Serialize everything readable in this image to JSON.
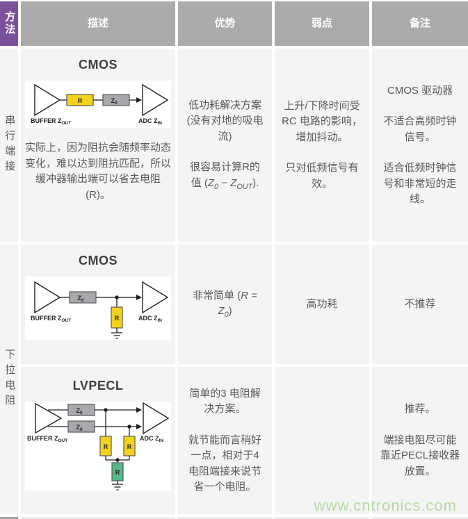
{
  "header": {
    "method": "方法",
    "desc": "描述",
    "adv": "优势",
    "weak": "弱点",
    "notes": "备注"
  },
  "watermark": "www.cntronics.com",
  "colors": {
    "header_purple": "#7d5199",
    "header_gray": "#ababab",
    "cell_bg": "#f4f4f4",
    "body_text": "#595959",
    "resistor_yellow": "#f3d21e",
    "impedance_gray": "#a7a9ac",
    "resistor_green": "#56b98b",
    "watermark_green": "#b5d9a2"
  },
  "diagram_labels": {
    "buffer": "BUFFER Z",
    "buffer_sub": "OUT",
    "adc": "ADC Z",
    "adc_sub": "IN",
    "r": "R",
    "z": "Z",
    "z_sub": "0"
  },
  "rows": [
    {
      "method": "串行端接",
      "desc_title": "CMOS",
      "desc_paras": [
        "实际上，因为阻抗会随频率动态变化，难以达到阻抗匹配，所以缓冲器输出端可以省去电阻(R)。"
      ],
      "adv_paras": [
        "低功耗解决方案 (没有对地的吸电流)",
        "很容易计算R的值 (<i>Z<sub>0</sub></i> − <i>Z<sub>OUT</sub></i>)."
      ],
      "weak_paras": [
        "上升/下降时间受 RC 电路的影响，增加抖动。",
        "只对低频信号有效。"
      ],
      "notes_paras": [
        "CMOS 驱动器",
        "不适合高频时钟信号。",
        "适合低频时钟信号和非常短的走线。"
      ]
    },
    {
      "method": "下拉电阻",
      "desc_title": "CMOS",
      "desc_paras": [],
      "adv_paras": [
        "非常简单 (<i>R</i> = <i>Z<sub>0</sub></i>)"
      ],
      "weak_paras": [
        "高功耗"
      ],
      "notes_paras": [
        "不推荐"
      ]
    },
    {
      "desc_title": "LVPECL",
      "desc_paras": [],
      "adv_paras": [
        "简单的3 电阻解决方案。",
        "就节能而言稍好一点，相对于4 电阻端接来说节省一个电阻。"
      ],
      "weak_paras": [],
      "notes_paras": [
        "推荐。",
        "端接电阻尽可能靠近PECL接收器放置。"
      ]
    }
  ]
}
